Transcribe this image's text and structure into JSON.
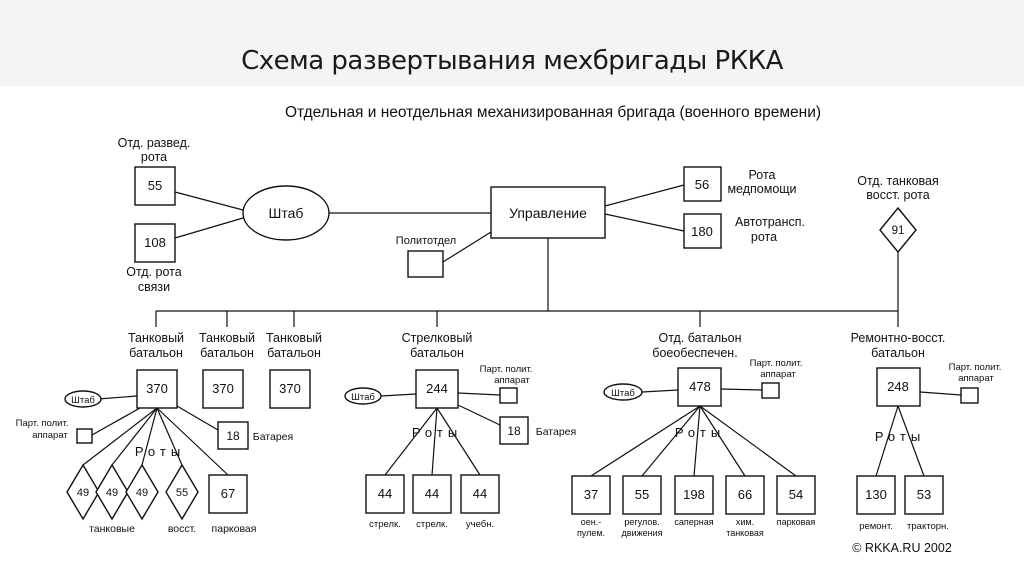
{
  "slide_title": "Схема развертывания мехбригады РККА",
  "diagram_title": "Отдельная и неотдельная механизированная бригада (военного времени)",
  "copyright": "© RKKA.RU 2002",
  "top": {
    "recon": {
      "label1": "Отд. развед.",
      "label2": "рота",
      "value": "55"
    },
    "signal": {
      "value": "108",
      "label1": "Отд. рота",
      "label2": "связи"
    },
    "staff": "Штаб",
    "command": "Управление",
    "politdept": "Политотдел",
    "medical": {
      "value": "56",
      "label1": "Рота",
      "label2": "медпомощи"
    },
    "transport": {
      "value": "180",
      "label1": "Автотрансп.",
      "label2": "рота"
    },
    "tank_repair": {
      "label1": "Отд. танковая",
      "label2": "восст. рота",
      "value": "91"
    }
  },
  "tank_battalions": {
    "label1": "Танковый",
    "label2": "батальон",
    "values": [
      "370",
      "370",
      "370"
    ],
    "staff": "Штаб",
    "party1": "Парт. полит.",
    "party2": "аппарат",
    "battery_value": "18",
    "battery_label": "Батарея",
    "companies_label": "Роты",
    "companies": [
      "49",
      "49",
      "49",
      "55",
      "67"
    ],
    "company_labels": [
      "танковые",
      "восст.",
      "парковая"
    ]
  },
  "rifle_battalion": {
    "label1": "Стрелковый",
    "label2": "батальон",
    "value": "244",
    "staff": "Штаб",
    "party1": "Парт. полит.",
    "party2": "аппарат",
    "battery_value": "18",
    "battery_label": "Батарея",
    "companies_label": "Роты",
    "companies": [
      "44",
      "44",
      "44"
    ],
    "company_labels": [
      "стрелк.",
      "стрелк.",
      "учебн."
    ]
  },
  "support_battalion": {
    "label1": "Отд. батальон",
    "label2": "боеобеспечен.",
    "value": "478",
    "staff": "Штаб",
    "party1": "Парт. полит.",
    "party2": "аппарат",
    "companies_label": "Роты",
    "companies": [
      "37",
      "55",
      "198",
      "66",
      "54"
    ],
    "company_labels": [
      [
        "оен.-",
        "пулем."
      ],
      [
        "регулов.",
        "движения"
      ],
      [
        "саперная",
        ""
      ],
      [
        "хим.",
        "танковая"
      ],
      [
        "парковая",
        ""
      ]
    ]
  },
  "repair_battalion": {
    "label1": "Ремонтно-восст.",
    "label2": "батальон",
    "value": "248",
    "party1": "Парт. полит.",
    "party2": "аппарат",
    "companies_label": "Роты",
    "companies": [
      "130",
      "53"
    ],
    "company_labels": [
      "ремонт.",
      "тракторн."
    ]
  }
}
